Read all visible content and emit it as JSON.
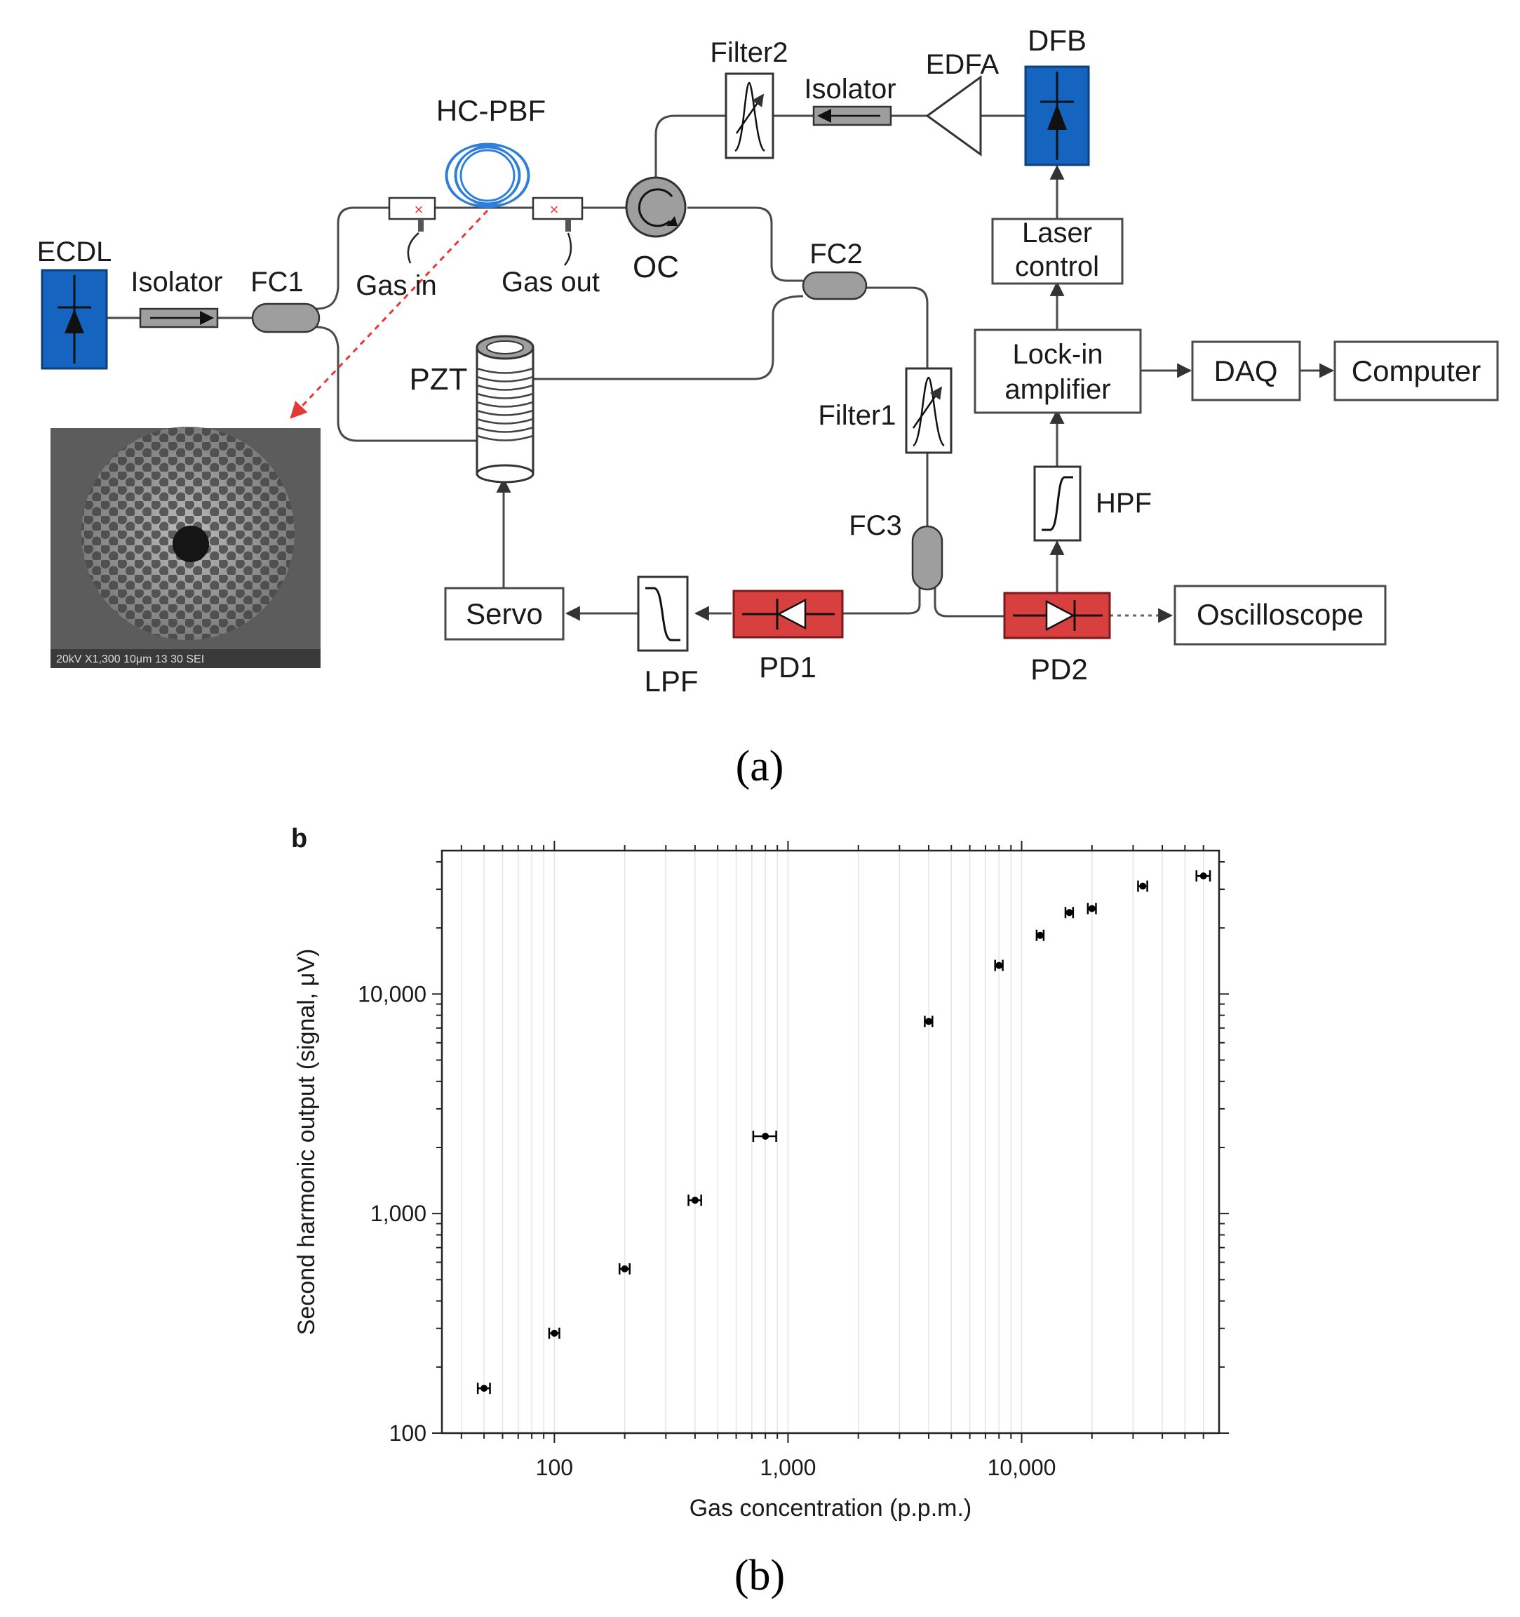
{
  "diagram": {
    "components": {
      "ecdl": "ECDL",
      "isolator_left": "Isolator",
      "fc1": "FC1",
      "hcpbf": "HC-PBF",
      "gas_in": "Gas in",
      "gas_out": "Gas out",
      "oc": "OC",
      "filter2": "Filter2",
      "isolator_right": "Isolator",
      "edfa": "EDFA",
      "dfb": "DFB",
      "fc2": "FC2",
      "laser_control_1": "Laser",
      "laser_control_2": "control",
      "lockin_1": "Lock-in",
      "lockin_2": "amplifier",
      "daq": "DAQ",
      "computer": "Computer",
      "pzt": "PZT",
      "filter1": "Filter1",
      "hpf": "HPF",
      "fc3": "FC3",
      "servo": "Servo",
      "lpf": "LPF",
      "pd1": "PD1",
      "pd2": "PD2",
      "oscilloscope": "Oscilloscope"
    },
    "sem_caption": "20kV   X1,300   10μm          13 30 SEI",
    "caption": "(a)"
  },
  "chart_data": {
    "type": "scatter",
    "panel_label": "b",
    "xlabel": "Gas concentration (p.p.m.)",
    "ylabel": "Second harmonic output (signal, μV)",
    "x_scale": "log",
    "y_scale": "log",
    "xlim": [
      33,
      70000
    ],
    "ylim": [
      100,
      45000
    ],
    "x_ticks": [
      100,
      1000,
      10000
    ],
    "x_tick_labels": [
      "100",
      "1,000",
      "10,000"
    ],
    "y_ticks": [
      100,
      1000,
      10000
    ],
    "y_tick_labels": [
      "100",
      "1,000",
      "10,000"
    ],
    "grid": "vertical minor lines",
    "points": [
      {
        "x": 50,
        "y": 160,
        "xerr": 3
      },
      {
        "x": 100,
        "y": 285,
        "xerr": 5
      },
      {
        "x": 200,
        "y": 560,
        "xerr": 10
      },
      {
        "x": 400,
        "y": 1150,
        "xerr": 25
      },
      {
        "x": 800,
        "y": 2250,
        "xerr": 90
      },
      {
        "x": 4000,
        "y": 7500,
        "xerr": 150
      },
      {
        "x": 8000,
        "y": 13500,
        "xerr": 300
      },
      {
        "x": 12000,
        "y": 18500,
        "xerr": 400
      },
      {
        "x": 16000,
        "y": 23500,
        "xerr": 600
      },
      {
        "x": 20000,
        "y": 24500,
        "xerr": 800
      },
      {
        "x": 33000,
        "y": 31000,
        "xerr": 1500
      },
      {
        "x": 60000,
        "y": 34500,
        "xerr": 4000
      }
    ],
    "caption": "(b)"
  }
}
